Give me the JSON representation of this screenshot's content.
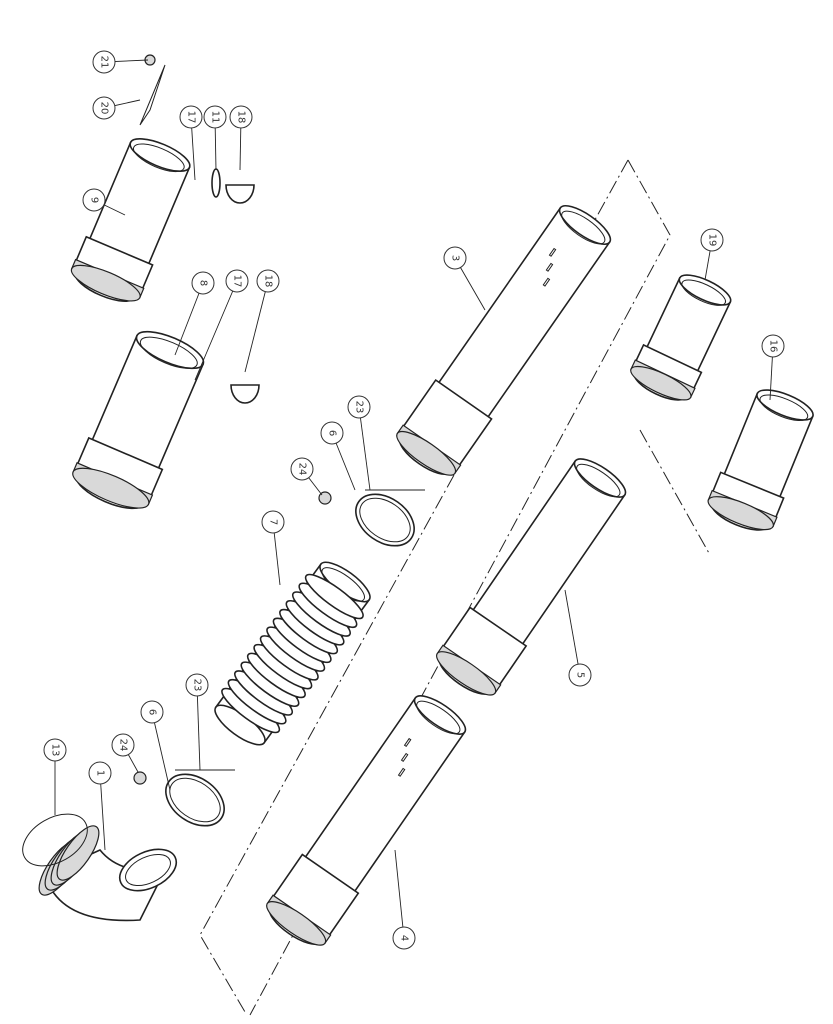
{
  "diagram": {
    "type": "exploded-parts-view",
    "callouts": [
      "21",
      "20",
      "17",
      "11",
      "18",
      "9",
      "8",
      "17",
      "18",
      "3",
      "19",
      "16",
      "24",
      "6",
      "23",
      "7",
      "5",
      "23",
      "6",
      "24",
      "13",
      "1",
      "4"
    ]
  }
}
